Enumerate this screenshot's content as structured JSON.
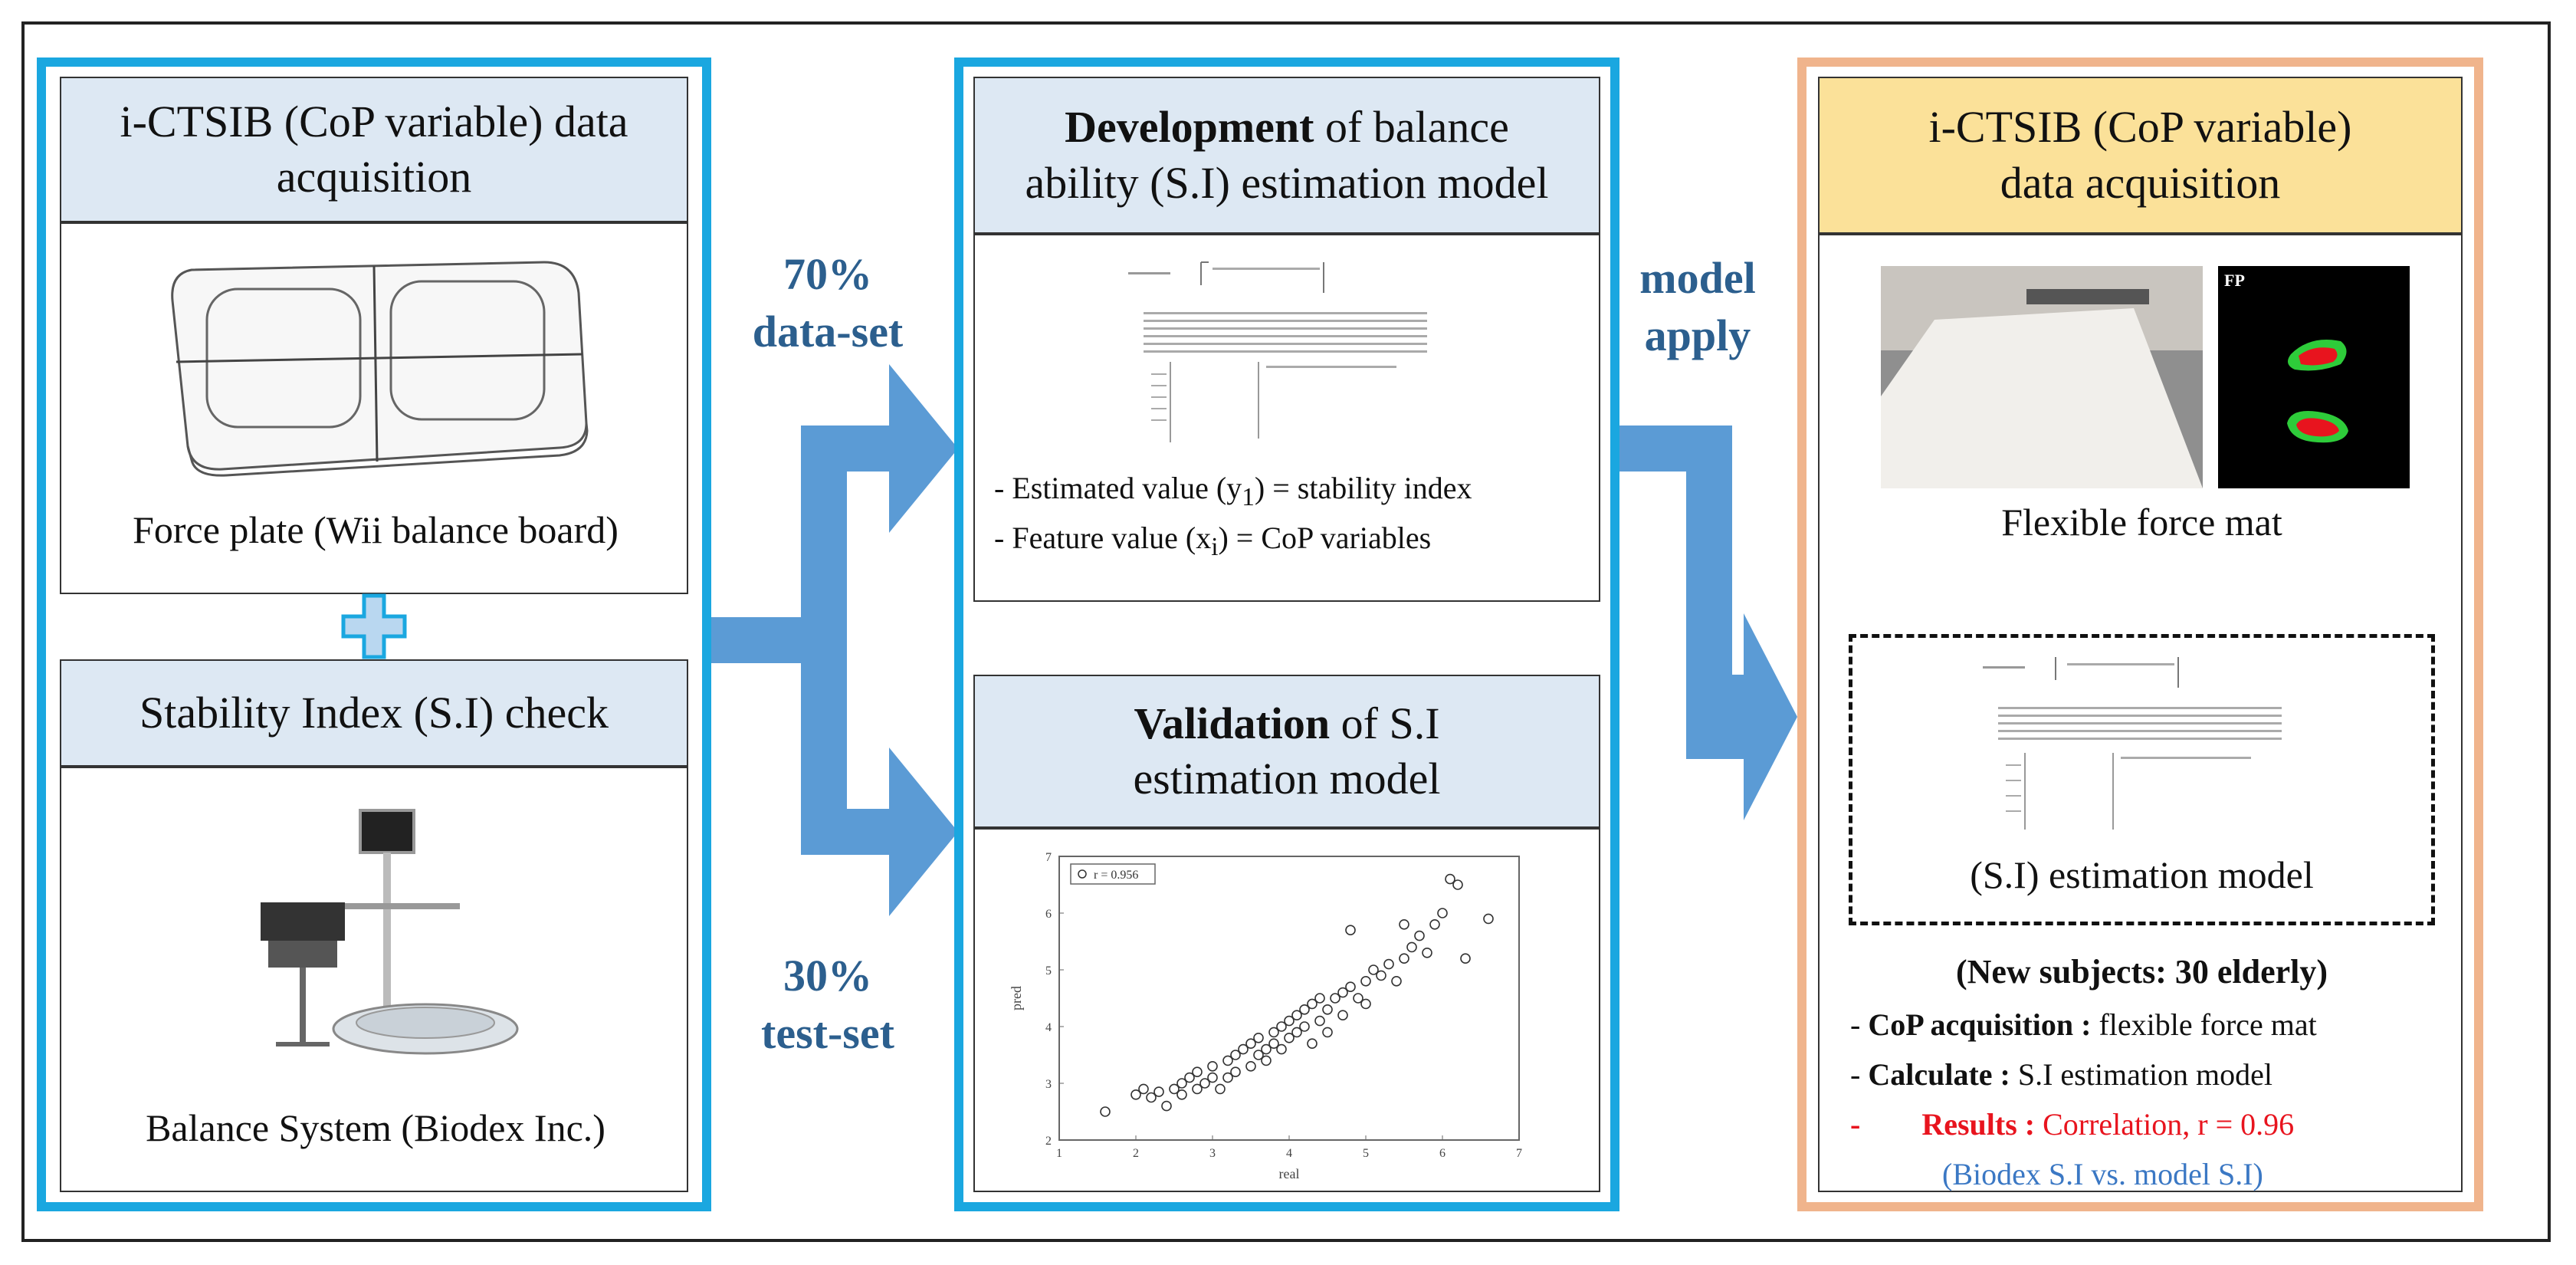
{
  "left_panel": {
    "header": "i-CTSIB (CoP variable) data acquisition",
    "force_plate_caption": "Force plate (Wii balance board)",
    "si_header": "Stability Index (S.I) check",
    "balance_caption": "Balance System  (Biodex Inc.)"
  },
  "arrows": {
    "train_label_1": "70%",
    "train_label_2": "data-set",
    "test_label_1": "30%",
    "test_label_2": "test-set",
    "apply_label_1": "model",
    "apply_label_2": "apply"
  },
  "middle_panel": {
    "dev_header_bold": "Development",
    "dev_header_rest_1": " of balance",
    "dev_header_rest_2": "ability (S.I) estimation model",
    "est_prefix": "- Estimated value (y",
    "est_sub": "1",
    "est_suffix": ") = stability index",
    "feat_prefix": "- Feature value (x",
    "feat_sub": "i",
    "feat_suffix": ") = CoP variables",
    "val_header_bold": "Validation",
    "val_header_rest_1": " of S.I",
    "val_header_rest_2": "estimation model",
    "plot_legend": "r = 0.956",
    "plot_xlabel": "real",
    "plot_ylabel": "pred"
  },
  "right_panel": {
    "header_1": "i-CTSIB (CoP variable)",
    "header_2": "data acquisition",
    "fp_tag": "FP",
    "mat_caption": "Flexible force mat",
    "model_caption": "(S.I) estimation model",
    "new_subjects": "(New subjects: 30 elderly)",
    "cop_label": "CoP acquisition :",
    "cop_value": " flexible force mat",
    "calc_label": "Calculate :",
    "calc_value": " S.I estimation model",
    "results_dash": "-",
    "results_label": "Results :",
    "results_value": " Correlation, r = 0.96",
    "results_note": "(Biodex S.I vs. model S.I)"
  },
  "colors": {
    "panel_blue": "#1aa7e0",
    "panel_orange": "#f0b48c",
    "arrow_blue": "#5b9bd5",
    "header_blue": "#dde8f3",
    "header_gold": "#fbe199",
    "result_red": "#e8141e",
    "note_blue": "#3b78c4"
  },
  "chart_data": {
    "type": "scatter",
    "legend": [
      "r = 0.956"
    ],
    "xlabel": "real",
    "ylabel": "pred",
    "xlim": [
      1,
      7
    ],
    "ylim": [
      2,
      7
    ],
    "xticks": [
      1,
      2,
      3,
      4,
      5,
      6,
      7
    ],
    "yticks": [
      2,
      3,
      4,
      5,
      6,
      7
    ],
    "points": [
      [
        1.6,
        2.5
      ],
      [
        2.0,
        2.8
      ],
      [
        2.1,
        2.9
      ],
      [
        2.2,
        2.75
      ],
      [
        2.3,
        2.85
      ],
      [
        2.4,
        2.6
      ],
      [
        2.5,
        2.9
      ],
      [
        2.6,
        3.0
      ],
      [
        2.6,
        2.8
      ],
      [
        2.7,
        3.1
      ],
      [
        2.8,
        2.9
      ],
      [
        2.8,
        3.2
      ],
      [
        2.9,
        3.0
      ],
      [
        3.0,
        3.1
      ],
      [
        3.0,
        3.3
      ],
      [
        3.1,
        2.9
      ],
      [
        3.2,
        3.4
      ],
      [
        3.2,
        3.1
      ],
      [
        3.3,
        3.5
      ],
      [
        3.3,
        3.2
      ],
      [
        3.4,
        3.6
      ],
      [
        3.5,
        3.3
      ],
      [
        3.5,
        3.7
      ],
      [
        3.6,
        3.5
      ],
      [
        3.6,
        3.8
      ],
      [
        3.7,
        3.6
      ],
      [
        3.7,
        3.4
      ],
      [
        3.8,
        3.9
      ],
      [
        3.8,
        3.7
      ],
      [
        3.9,
        4.0
      ],
      [
        3.9,
        3.6
      ],
      [
        4.0,
        3.8
      ],
      [
        4.0,
        4.1
      ],
      [
        4.1,
        3.9
      ],
      [
        4.1,
        4.2
      ],
      [
        4.2,
        4.0
      ],
      [
        4.2,
        4.3
      ],
      [
        4.3,
        3.7
      ],
      [
        4.3,
        4.4
      ],
      [
        4.4,
        4.1
      ],
      [
        4.4,
        4.5
      ],
      [
        4.5,
        4.3
      ],
      [
        4.5,
        3.9
      ],
      [
        4.6,
        4.5
      ],
      [
        4.7,
        4.6
      ],
      [
        4.7,
        4.2
      ],
      [
        4.8,
        4.7
      ],
      [
        4.8,
        5.7
      ],
      [
        4.9,
        4.5
      ],
      [
        5.0,
        4.8
      ],
      [
        5.0,
        4.4
      ],
      [
        5.1,
        5.0
      ],
      [
        5.2,
        4.9
      ],
      [
        5.3,
        5.1
      ],
      [
        5.4,
        4.8
      ],
      [
        5.5,
        5.2
      ],
      [
        5.5,
        5.8
      ],
      [
        5.6,
        5.4
      ],
      [
        5.7,
        5.6
      ],
      [
        5.8,
        5.3
      ],
      [
        5.9,
        5.8
      ],
      [
        6.0,
        6.0
      ],
      [
        6.1,
        6.6
      ],
      [
        6.2,
        6.5
      ],
      [
        6.3,
        5.2
      ],
      [
        6.6,
        5.9
      ]
    ]
  }
}
